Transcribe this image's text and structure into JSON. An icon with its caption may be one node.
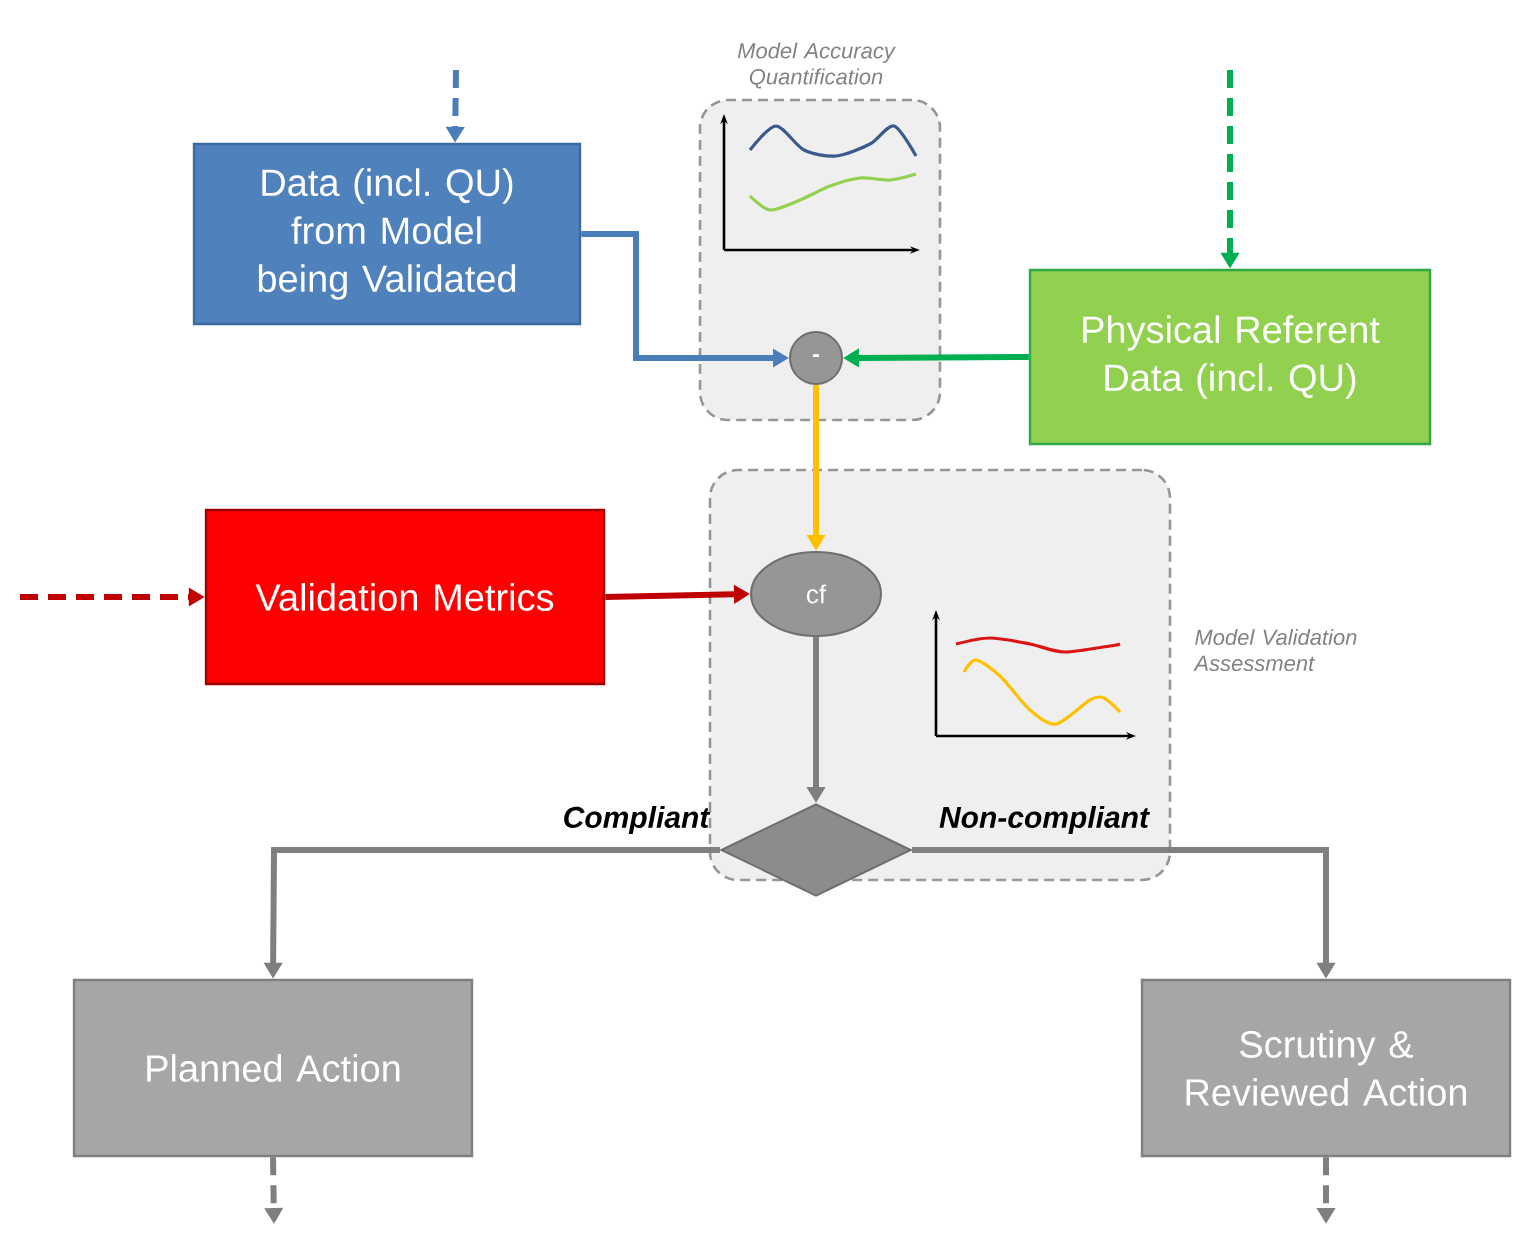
{
  "diagram": {
    "nodes": [
      {
        "text": [
          "Model Accuracy Quantification"
        ]
      },
      {
        "text": [
          "-"
        ],
        "in": 0
      },
      {
        "text": [
          "Data (incl. QU) from Model being Validated"
        ]
      },
      {
        "text": [
          "Physical Referent Data (incl. QU)"
        ]
      },
      {
        "text": [
          "Model Validation Assessment"
        ]
      },
      {
        "text": [
          "cf"
        ],
        "in": 4
      },
      {
        "text": [
          "Validation Metrics"
        ]
      },
      {
        "text": [],
        "shape": "diamond",
        "in": 4
      },
      {
        "text": [
          "Planned Action"
        ]
      },
      {
        "text": [
          "Scrutiny & Reviewed Action"
        ]
      }
    ],
    "edges": [
      {
        "from": null,
        "to": 2,
        "arrow": "to",
        "style": "dashed",
        "color": "#4a7ebb"
      },
      {
        "from": 2,
        "to": 1,
        "arrow": "to",
        "color": "#4a7ebb"
      },
      {
        "from": null,
        "to": 3,
        "arrow": "to",
        "style": "dashed",
        "color": "#00b050"
      },
      {
        "from": 3,
        "to": 1,
        "arrow": "to",
        "color": "#00b050"
      },
      {
        "from": 1,
        "to": 5,
        "arrow": "to",
        "color": "#ffc000"
      },
      {
        "from": null,
        "to": 6,
        "arrow": "to",
        "style": "dashed",
        "color": "#c00000"
      },
      {
        "from": 6,
        "to": 5,
        "arrow": "to",
        "color": "#c00000"
      },
      {
        "from": 5,
        "to": 7,
        "arrow": "to"
      },
      {
        "from": 7,
        "to": 8,
        "arrow": "to",
        "label": "Compliant"
      },
      {
        "from": 7,
        "to": 9,
        "arrow": "to",
        "label": "Non-compliant"
      },
      {
        "from": 8,
        "to": null,
        "arrow": "to",
        "style": "dashed"
      },
      {
        "from": 9,
        "to": null,
        "arrow": "to",
        "style": "dashed"
      }
    ]
  }
}
